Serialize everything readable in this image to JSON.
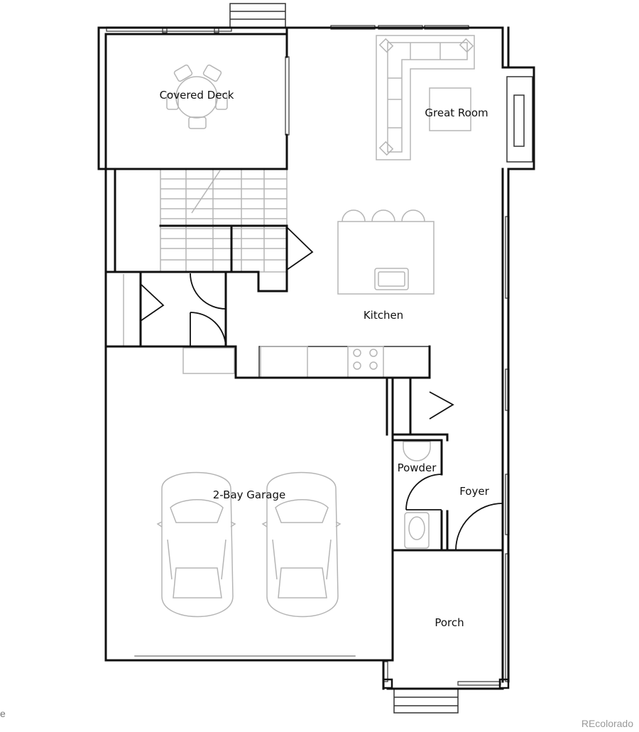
{
  "rooms": {
    "covered_deck": "Covered Deck",
    "great_room": "Great Room",
    "kitchen": "Kitchen",
    "powder": "Powder",
    "foyer": "Foyer",
    "garage": "2-Bay Garage",
    "porch": "Porch"
  },
  "watermark": "REcolorado",
  "edge_mark": "e",
  "colors": {
    "wall": "#111111",
    "fixture": "#b5b5b5",
    "background": "#ffffff"
  }
}
